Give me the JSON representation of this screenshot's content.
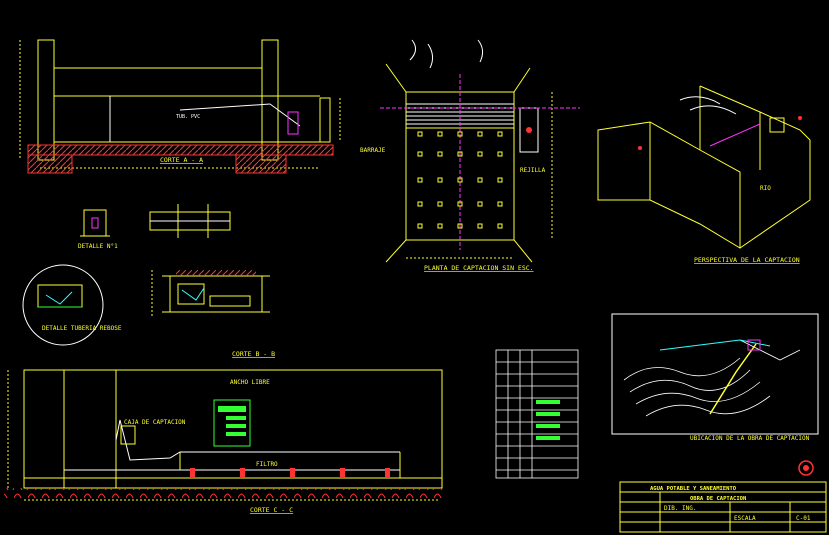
{
  "drawing": {
    "section_aa_title": "CORTE A - A",
    "section_bb_title": "CORTE B - B",
    "section_cc_title": "CORTE C - C",
    "plan_title": "PLANTA DE CAPTACION SIN ESC.",
    "perspective_title": "PERSPECTIVA DE LA CAPTACION",
    "location_title": "UBICACION DE LA OBRA DE CAPTACION",
    "detail_1_title": "DETALLE N°1",
    "detail_2_title": "DETALLE TUBERIA REBOSE",
    "label_river": "RIO",
    "label_weir": "BARRAJE",
    "label_box": "CAJA DE CAPTACION",
    "label_filter": "FILTRO",
    "label_cut": "ANCHO LIBRE",
    "label_pipe": "TUB. PVC",
    "label_grate": "REJILLA"
  },
  "colors": {
    "background": "#000000",
    "line_main": "#ffff33",
    "line_white": "#ffffff",
    "hatch_red": "#ff3333",
    "accent_magenta": "#ff33ff",
    "accent_green": "#33ff33",
    "accent_cyan": "#33ffff"
  },
  "title_block": {
    "project_name": "AGUA POTABLE Y SANEAMIENTO",
    "sheet_name": "OBRA DE CAPTACION",
    "drawn_by": "DIB. ING.",
    "scale_label": "ESCALA",
    "sheet_no": "C-01"
  }
}
